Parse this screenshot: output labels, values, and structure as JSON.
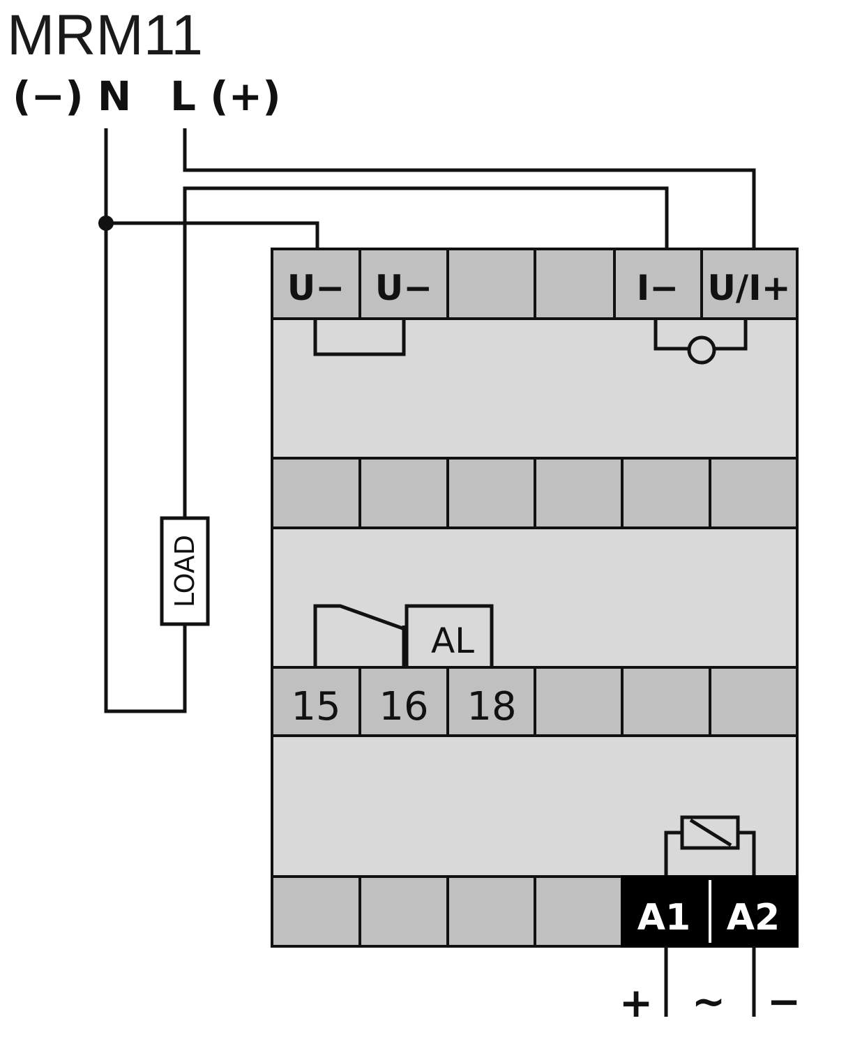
{
  "title": "MRM11",
  "supply": {
    "neutral_label": "(−) N",
    "line_label": "L (+)"
  },
  "load_label": "LOAD",
  "top_terminals": [
    "U−",
    "U−",
    "",
    "",
    "I−",
    "U/I+"
  ],
  "output_terminals": [
    "15",
    "16",
    "18",
    "",
    "",
    ""
  ],
  "alarm_label": "AL",
  "coil_terminals": [
    "A1",
    "A2"
  ],
  "coil_polarity": [
    "+",
    "~",
    "−"
  ],
  "colors": {
    "housing": "#d9d9d9",
    "terminal": "#c0c0c0",
    "coil_terminal": "#000000",
    "wire": "#111111"
  }
}
